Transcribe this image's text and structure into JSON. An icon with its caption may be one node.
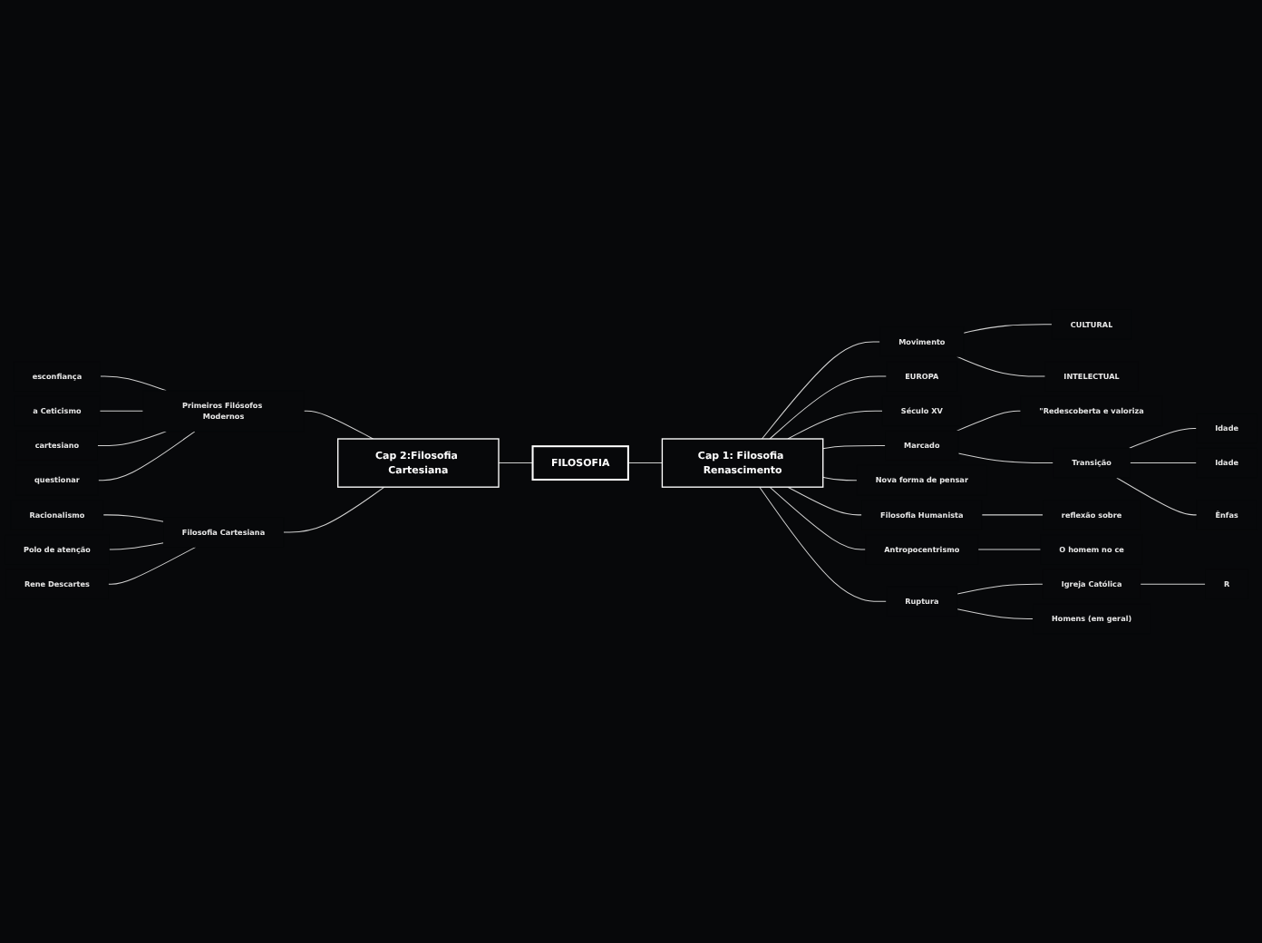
{
  "diagram": {
    "nodes": [
      {
        "text": [
          "FILOSOFIA"
        ]
      },
      {
        "text": [
          "Cap 2:Filosofia Cartesiana"
        ]
      },
      {
        "text": [
          "Cap 1: Filosofia Renascimento"
        ]
      },
      {
        "text": [
          "Primeiros Filósofos Modernos"
        ]
      },
      {
        "text": [
          "Filosofia Cartesiana"
        ]
      },
      {
        "text": [
          "esconfiança"
        ]
      },
      {
        "text": [
          "a Ceticismo"
        ]
      },
      {
        "text": [
          "cartesiano"
        ]
      },
      {
        "text": [
          "questionar"
        ]
      },
      {
        "text": [
          "Racionalismo"
        ]
      },
      {
        "text": [
          "Polo de atenção"
        ]
      },
      {
        "text": [
          "Rene Descartes"
        ]
      },
      {
        "text": [
          "Movimento"
        ]
      },
      {
        "text": [
          "CULTURAL"
        ]
      },
      {
        "text": [
          "INTELECTUAL"
        ]
      },
      {
        "text": [
          "EUROPA"
        ]
      },
      {
        "text": [
          "Século XV"
        ]
      },
      {
        "text": [
          "Marcado"
        ]
      },
      {
        "text": [
          "\"Redescoberta e valoriza"
        ]
      },
      {
        "text": [
          "Transição"
        ]
      },
      {
        "text": [
          "Idade"
        ]
      },
      {
        "text": [
          "Idade"
        ]
      },
      {
        "text": [
          "Ênfas"
        ]
      },
      {
        "text": [
          "Nova forma de pensar"
        ]
      },
      {
        "text": [
          "Filosofia Humanista"
        ]
      },
      {
        "text": [
          "reflexão sobre"
        ]
      },
      {
        "text": [
          "Antropocentrismo"
        ]
      },
      {
        "text": [
          "O homem no ce"
        ]
      },
      {
        "text": [
          "Ruptura"
        ]
      },
      {
        "text": [
          "Igreja Católica"
        ]
      },
      {
        "text": [
          "R"
        ]
      },
      {
        "text": [
          "Homens (em geral)"
        ]
      }
    ],
    "edges": [
      {
        "from": 1,
        "to": 0,
        "arrow": "none"
      },
      {
        "from": 3,
        "to": 1,
        "arrow": "none"
      },
      {
        "from": 4,
        "to": 1,
        "arrow": "none"
      },
      {
        "from": 5,
        "to": 3,
        "arrow": "none"
      },
      {
        "from": 6,
        "to": 3,
        "arrow": "none"
      },
      {
        "from": 7,
        "to": 3,
        "arrow": "none"
      },
      {
        "from": 8,
        "to": 3,
        "arrow": "none"
      },
      {
        "from": 9,
        "to": 4,
        "arrow": "none"
      },
      {
        "from": 10,
        "to": 4,
        "arrow": "none"
      },
      {
        "from": 11,
        "to": 4,
        "arrow": "none"
      },
      {
        "from": 0,
        "to": 2,
        "arrow": "none"
      },
      {
        "from": 2,
        "to": 12,
        "arrow": "none"
      },
      {
        "from": 12,
        "to": 13,
        "arrow": "none"
      },
      {
        "from": 12,
        "to": 14,
        "arrow": "none"
      },
      {
        "from": 2,
        "to": 15,
        "arrow": "none"
      },
      {
        "from": 2,
        "to": 16,
        "arrow": "none"
      },
      {
        "from": 2,
        "to": 17,
        "arrow": "none"
      },
      {
        "from": 17,
        "to": 18,
        "arrow": "none"
      },
      {
        "from": 17,
        "to": 19,
        "arrow": "none"
      },
      {
        "from": 19,
        "to": 20,
        "arrow": "none"
      },
      {
        "from": 19,
        "to": 21,
        "arrow": "none"
      },
      {
        "from": 19,
        "to": 22,
        "arrow": "none"
      },
      {
        "from": 2,
        "to": 23,
        "arrow": "none"
      },
      {
        "from": 2,
        "to": 24,
        "arrow": "none"
      },
      {
        "from": 24,
        "to": 25,
        "arrow": "none"
      },
      {
        "from": 2,
        "to": 26,
        "arrow": "none"
      },
      {
        "from": 26,
        "to": 27,
        "arrow": "none"
      },
      {
        "from": 2,
        "to": 28,
        "arrow": "none"
      },
      {
        "from": 28,
        "to": 29,
        "arrow": "none"
      },
      {
        "from": 29,
        "to": 30,
        "arrow": "none"
      },
      {
        "from": 28,
        "to": 31,
        "arrow": "none"
      }
    ]
  }
}
